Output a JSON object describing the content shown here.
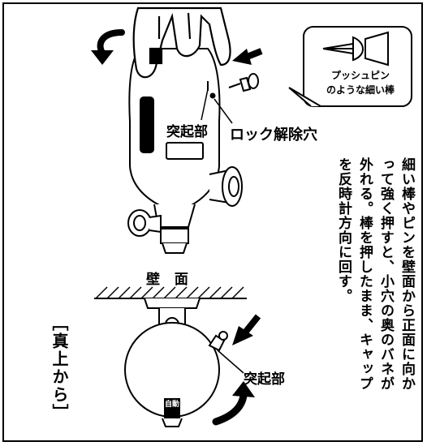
{
  "callout_label": "プッシュピンのような細い棒",
  "callout_lines": [
    "プッシュピン",
    "のような細い棒"
  ],
  "protrusion_label": "突起部",
  "lock_hole_label": "ロック解除穴",
  "instruction_columns": [
    "細い棒やピンを壁面から正面に向か",
    "って強く押すと、小穴の奥のバネが",
    "外れる。棒を押したまま、キャップ",
    "を反時計方向に回す。"
  ],
  "wall_label": "壁 面",
  "top_view_label": "［真上から］",
  "protrusion_label_top": "突起部",
  "auto_badge": "自動"
}
